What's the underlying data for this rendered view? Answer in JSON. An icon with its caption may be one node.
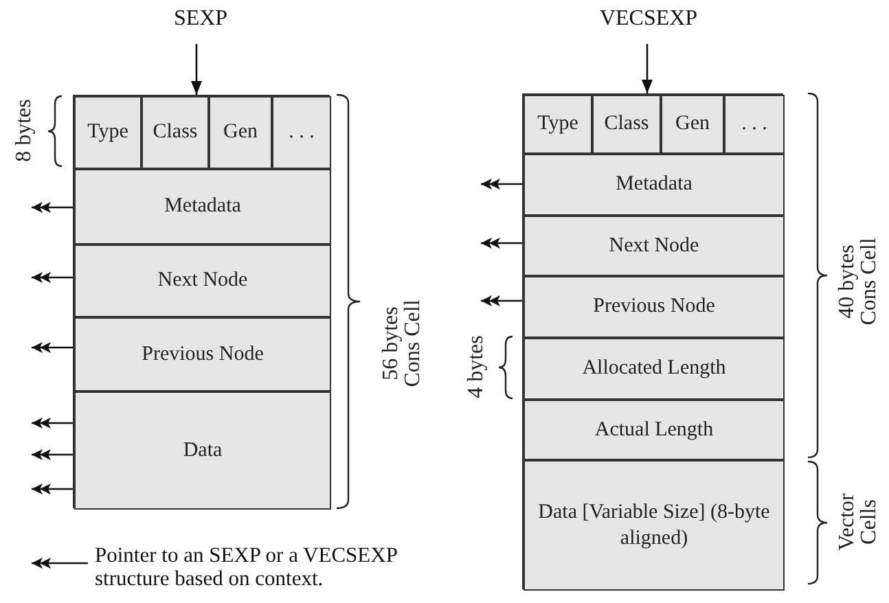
{
  "diagram": {
    "nodes": [
      {
        "text": [
          "SEXP"
        ]
      },
      {
        "text": [],
        "shape": "box"
      },
      {
        "text": [
          "Type"
        ],
        "in": 1
      },
      {
        "text": [
          "Class"
        ],
        "in": 1
      },
      {
        "text": [
          "Gen"
        ],
        "in": 1
      },
      {
        "text": [
          ". . ."
        ],
        "in": 1
      },
      {
        "text": [
          "Metadata"
        ],
        "in": 1
      },
      {
        "text": [
          "Next Node"
        ],
        "in": 1
      },
      {
        "text": [
          "Previous Node"
        ],
        "in": 1
      },
      {
        "text": [
          "Data"
        ],
        "in": 1
      },
      {
        "text": [
          "VECSEXP"
        ]
      },
      {
        "text": [],
        "shape": "box"
      },
      {
        "text": [
          "Type"
        ],
        "in": 11
      },
      {
        "text": [
          "Class"
        ],
        "in": 11
      },
      {
        "text": [
          "Gen"
        ],
        "in": 11
      },
      {
        "text": [
          ". . ."
        ],
        "in": 11
      },
      {
        "text": [
          "Metadata"
        ],
        "in": 11
      },
      {
        "text": [
          "Next Node"
        ],
        "in": 11
      },
      {
        "text": [
          "Previous Node"
        ],
        "in": 11
      },
      {
        "text": [
          "Allocated Length"
        ],
        "in": 11
      },
      {
        "text": [
          "Actual Length"
        ],
        "in": 11
      },
      {
        "text": [
          "Data [Variable Size] (8-byte aligned)"
        ],
        "in": 11
      }
    ],
    "edges": [
      {
        "from": 0,
        "to": 1,
        "arrow": "to"
      },
      {
        "from": 6,
        "to": null,
        "arrow": "to"
      },
      {
        "from": 7,
        "to": null,
        "arrow": "to"
      },
      {
        "from": 8,
        "to": null,
        "arrow": "to"
      },
      {
        "from": 9,
        "to": null,
        "arrow": "to"
      },
      {
        "from": 9,
        "to": null,
        "arrow": "to"
      },
      {
        "from": 9,
        "to": null,
        "arrow": "to"
      },
      {
        "from": 10,
        "to": 11,
        "arrow": "to"
      },
      {
        "from": 16,
        "to": null,
        "arrow": "to"
      },
      {
        "from": 17,
        "to": null,
        "arrow": "to"
      },
      {
        "from": 18,
        "to": null,
        "arrow": "to"
      }
    ],
    "labels": [
      "8 bytes",
      "56 bytes Cons Cell",
      "4 bytes",
      "40 bytes Cons Cell",
      "Vector Cells"
    ],
    "legend": [
      {
        "text": "Pointer to an SEXP or a VECSEXP structure based on context."
      }
    ]
  }
}
